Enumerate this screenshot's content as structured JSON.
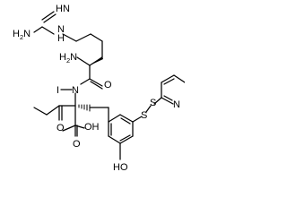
{
  "molecule": {
    "atoms": {
      "guanidine_imine": "HN",
      "guanidine_amine": "H2N",
      "guanidine_nh": "N",
      "guanidine_nh_h": "H",
      "alpha_amine": "H2N",
      "amide_oxygen": "O",
      "amide_nitrogen": "N",
      "iodine": "I",
      "ketone_oxygen": "O",
      "carboxyl_group": "O",
      "carboxyl_hydroxyl": "OH",
      "disulfide_s1": "S",
      "disulfide_s2": "S",
      "pyridine_nitrogen": "N",
      "phenol_hydroxyl": "HO"
    },
    "colors": {
      "ink": "#000000",
      "background": "#ffffff"
    }
  }
}
